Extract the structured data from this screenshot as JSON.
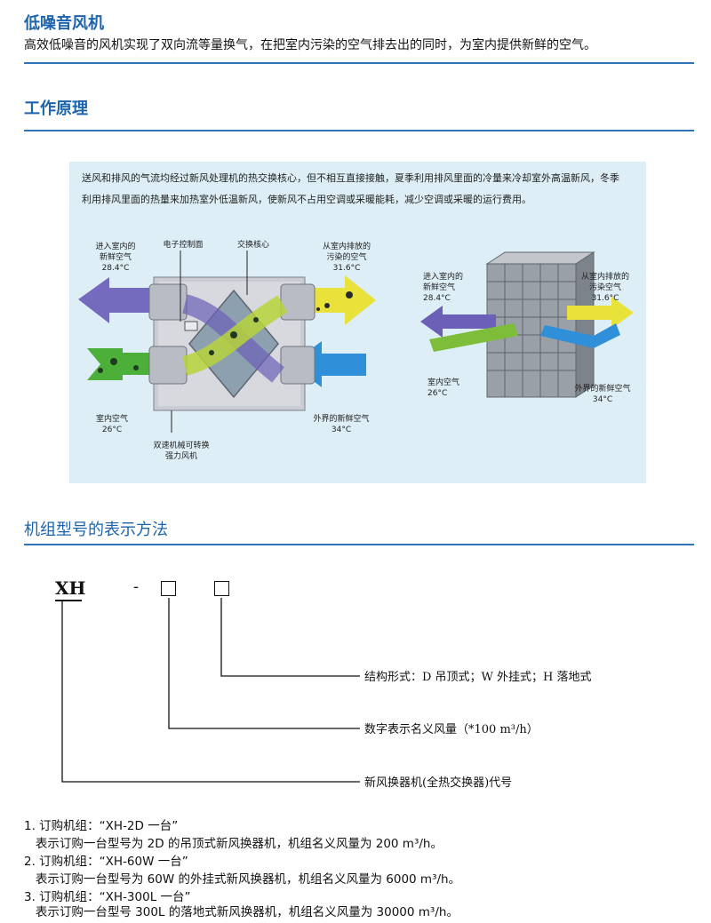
{
  "section1": {
    "title": "低噪音风机",
    "text": "高效低噪音的风机实现了双向流等量换气，在把室内污染的空气排去出的同时，为室内提供新鲜的空气。"
  },
  "section2": {
    "title": "工作原理",
    "desc_line1": "送风和排风的气流均经过新风处理机的热交换核心，但不相互直接接触，夏季利用排风里面的冷量来冷却室外高温新风，冬季",
    "desc_line2": "利用排风里面的热量来加热室外低温新风，使新风不占用空调或采暖能耗，减少空调或采暖的运行费用。",
    "left_diagram": {
      "fresh_in": [
        "进入室内的",
        "新鲜空气",
        "28.4°C"
      ],
      "control_panel": "电子控制面",
      "core": "交换核心",
      "polluted_out": [
        "从室内排放的",
        "污染的空气",
        "31.6°C"
      ],
      "room_air": [
        "室内空气",
        "26°C"
      ],
      "outside_air": [
        "外界的新鲜空气",
        "34°C"
      ],
      "fan": [
        "双速机械可转换",
        "强力风机"
      ]
    },
    "right_diagram": {
      "fresh_in": [
        "进入室内的",
        "新鲜空气",
        "28.4°C"
      ],
      "polluted_out": [
        "从室内排放的",
        "污染空气",
        "31.6°C"
      ],
      "room_air": [
        "室内空气",
        "26°C"
      ],
      "outside_air": [
        "外界的新鲜空气",
        "34°C"
      ]
    }
  },
  "section3": {
    "title": "机组型号的表示方法",
    "code": "XH",
    "dash": "-",
    "legend": [
      "结构形式：D 吊顶式；W 外挂式；H 落地式",
      "数字表示名义风量（*100  m³/h）",
      "新风换器机(全热交换器)代号"
    ]
  },
  "examples": [
    "1. 订购机组：“XH-2D  一台”",
    "   表示订购一台型号为 2D 的吊顶式新风换器机，机组名义风量为 200 m³/h。",
    "2. 订购机组：“XH-60W 一台”",
    "   表示订购一台型号为 60W 的外挂式新风换器机，机组名义风量为 6000 m³/h。",
    "3. 订购机组：“XH-300L 一台”",
    "   表示订购一台型号 300L 的落地式新风换器机，机组名义风量为 30000 m³/h。"
  ],
  "colors": {
    "heading": "#1c64ad",
    "rule": "#2e74b8",
    "diagram_bg": "#ddeef7",
    "fresh_arrow": "#6b5fb8",
    "polluted_arrow": "#e8e23a",
    "outside_arrow": "#2f8fd8",
    "room_arrow": "#4caf3a"
  }
}
